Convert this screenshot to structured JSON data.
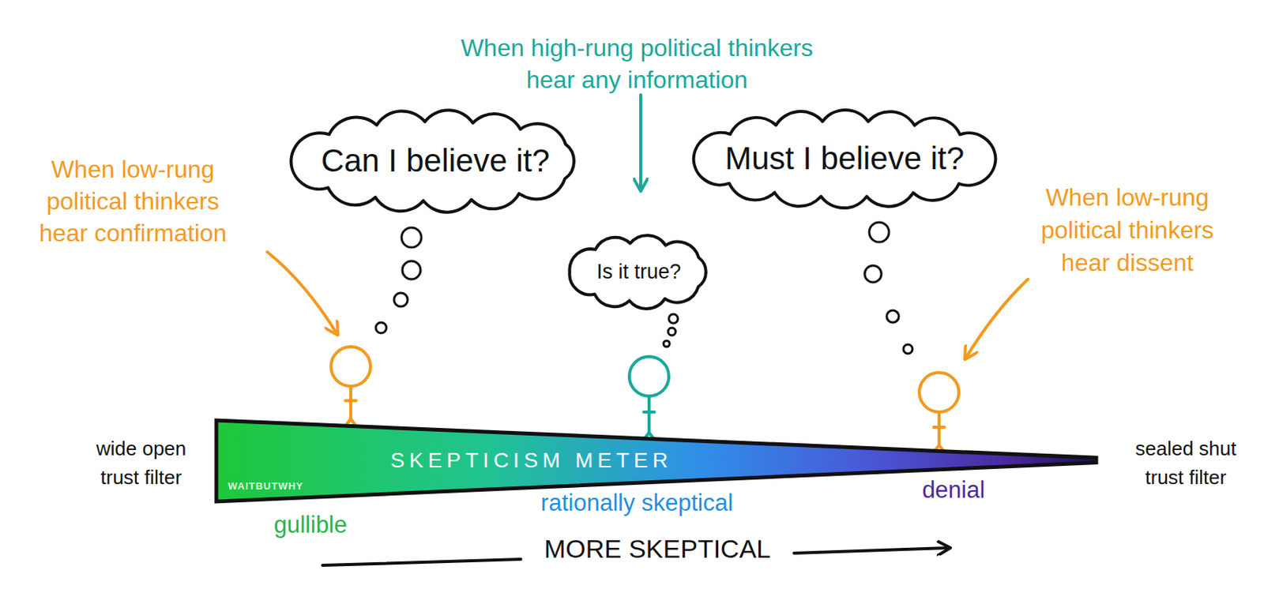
{
  "diagram": {
    "nodes": [
      {
        "text": [
          "Can I believe it?"
        ]
      },
      {
        "text": [
          "Must I believe it?"
        ]
      },
      {
        "text": [
          "Is it true?"
        ]
      },
      {
        "text": [
          "SKEPTICISM METER"
        ]
      }
    ],
    "labels": [
      "When high-rung political thinkers hear any information",
      "When low-rung political thinkers hear confirmation",
      "When low-rung political thinkers hear dissent",
      "wide open trust filter",
      "sealed shut trust filter",
      "WAITBUTWHY",
      "gullible",
      "rationally skeptical",
      "denial",
      "MORE SKEPTICAL"
    ]
  }
}
